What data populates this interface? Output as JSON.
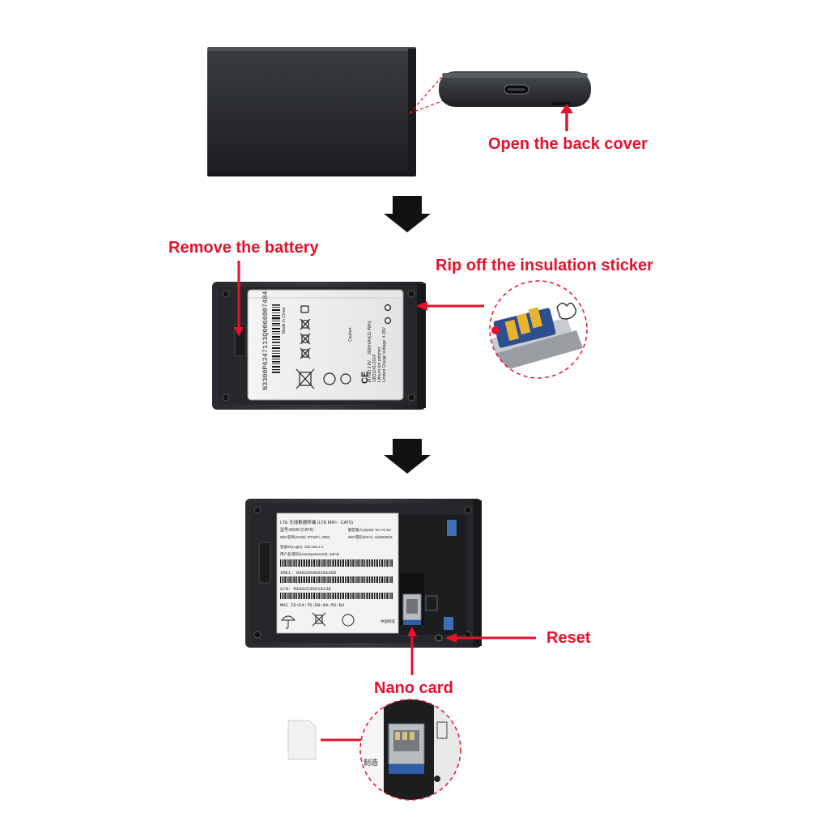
{
  "labels": {
    "open_back_cover": "Open the back cover",
    "remove_battery": "Remove the battery",
    "rip_sticker": "Rip off the insulation sticker",
    "reset": "Reset",
    "nano_card": "Nano card"
  },
  "battery_text": {
    "model": "M7580  3.8V",
    "capacity": "3000mAh(11.4Wh)",
    "standard": "GB31241-2014",
    "type": "Lithium-ion polymer",
    "charge_limit": "Limited Charge Voltage: 4.35V",
    "caution": "Caution:",
    "made_in": "Made in China",
    "serial": "N3300P6247113Q0066007484"
  },
  "device_label": {
    "title": "LTE 无线数据终端 (LTE MIFI - CAT6)",
    "model": "型号:M100 (CAT6)",
    "input": "额定输入(Input): 5V ⎓1.5A",
    "ssid": "WiFi名称(SSID): BTWiFi_3583",
    "wifi_key": "WiFi密码(KEY): ssd280818",
    "login": "登录IP(Login): 192.168.1.1",
    "password": "用户名/密码(User&password): admin",
    "imei": "IMEI: 869250060191385",
    "sn": "S/N: M1002235019138",
    "mac": "MAC ID:E4:7D:EB:8A:55:B3",
    "made_in": "中国制造"
  },
  "zoom_text": {
    "made_in": "制造"
  },
  "colors": {
    "accent": "#e8112d",
    "arrow_black": "#111111",
    "device_body": "#2b2d30"
  }
}
